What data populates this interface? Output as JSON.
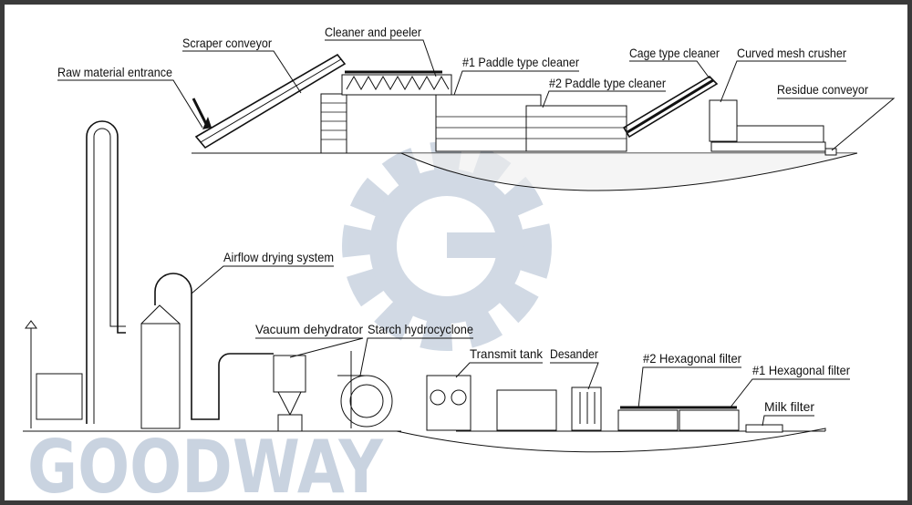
{
  "watermark": {
    "text": "GOODWAY",
    "color": "#c9d3e0"
  },
  "labels": {
    "raw_material_entrance": "Raw material entrance",
    "scraper_conveyor": "Scraper conveyor",
    "cleaner_and_peeler": "Cleaner and peeler",
    "paddle_cleaner_1": "#1 Paddle type cleaner",
    "paddle_cleaner_2": "#2 Paddle type cleaner",
    "cage_type_cleaner": "Cage type cleaner",
    "curved_mesh_crusher": "Curved mesh crusher",
    "residue_conveyor": "Residue conveyor",
    "airflow_drying_system": "Airflow drying system",
    "vacuum_dehydrator": "Vacuum dehydrator",
    "starch_hydrocyclone": "Starch hydrocyclone",
    "transmit_tank": "Transmit tank",
    "desander": "Desander",
    "hexagonal_filter_2": "#2 Hexagonal filter",
    "hexagonal_filter_1": "#1 Hexagonal filter",
    "milk_filter": "Milk filter"
  }
}
